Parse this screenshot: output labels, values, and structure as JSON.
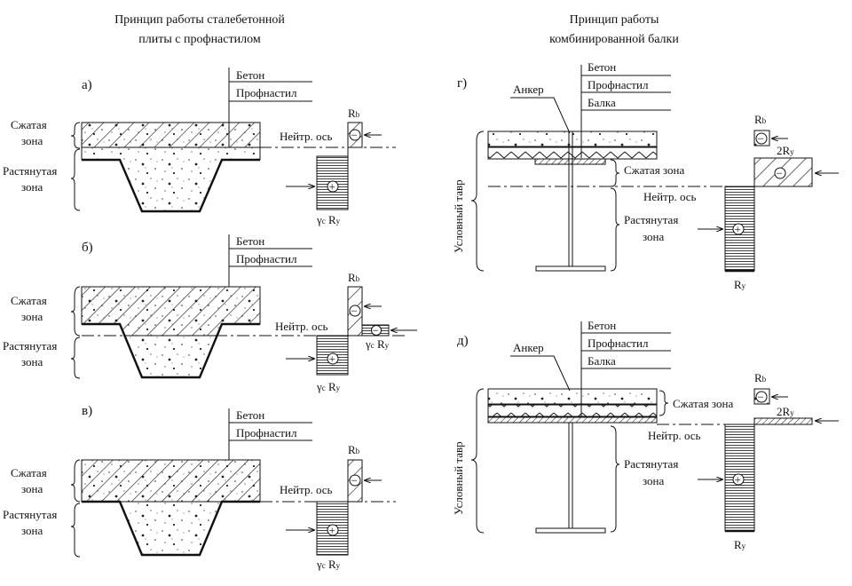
{
  "left_title": [
    "Принцип работы сталебетонной",
    "плиты с профнастилом"
  ],
  "right_title": [
    "Принцип работы",
    "комбинированной балки"
  ],
  "panels_left": [
    {
      "label": "а)",
      "leaders": [
        "Бетон",
        "Профнастил"
      ],
      "compressed": [
        "Сжатая",
        "зона"
      ],
      "tension": [
        "Растянутая",
        "зона"
      ],
      "axis": "Нейтр. ось",
      "rb": {
        "base": "R",
        "sub": "b"
      },
      "ry": {
        "base": "γ",
        "sub": "c",
        "rest": " R",
        "sub2": "y"
      }
    },
    {
      "label": "б)",
      "leaders": [
        "Бетон",
        "Профнастил"
      ],
      "compressed": [
        "Сжатая",
        "зона"
      ],
      "tension": [
        "Растянутая",
        "зона"
      ],
      "axis": "Нейтр. ось",
      "rb": {
        "base": "R",
        "sub": "b"
      },
      "ry": {
        "base": "γ",
        "sub": "c",
        "rest": " R",
        "sub2": "y"
      },
      "ry2": {
        "base": "γ",
        "sub": "c",
        "rest": " R",
        "sub2": "y"
      }
    },
    {
      "label": "в)",
      "leaders": [
        "Бетон",
        "Профнастил"
      ],
      "compressed": [
        "Сжатая",
        "зона"
      ],
      "tension": [
        "Растянутая",
        "зона"
      ],
      "axis": "Нейтр. ось",
      "rb": {
        "base": "R",
        "sub": "b"
      },
      "ry": {
        "base": "γ",
        "sub": "c",
        "rest": " R",
        "sub2": "y"
      }
    }
  ],
  "panels_right": [
    {
      "label": "г)",
      "leaders": [
        "Бетон",
        "Профнастил",
        "Балка"
      ],
      "anchor": "Анкер",
      "tee": "Условный тавр",
      "compressed": "Сжатая зона",
      "tension": [
        "Растянутая",
        "зона"
      ],
      "axis": "Нейтр. ось",
      "rb": {
        "base": "R",
        "sub": "b"
      },
      "r2y": {
        "base": "2R",
        "sub": "y"
      },
      "ry": {
        "base": "R",
        "sub": "y"
      }
    },
    {
      "label": "д)",
      "leaders": [
        "Бетон",
        "Профнастил",
        "Балка"
      ],
      "anchor": "Анкер",
      "tee": "Условный тавр",
      "compressed": "Сжатая зона",
      "tension": [
        "Растянутая",
        "зона"
      ],
      "axis": "Нейтр. ось",
      "rb": {
        "base": "R",
        "sub": "b"
      },
      "r2y": {
        "base": "2R",
        "sub": "y"
      },
      "ry": {
        "base": "R",
        "sub": "y"
      }
    }
  ],
  "signs": {
    "minus": "−",
    "plus": "+"
  }
}
